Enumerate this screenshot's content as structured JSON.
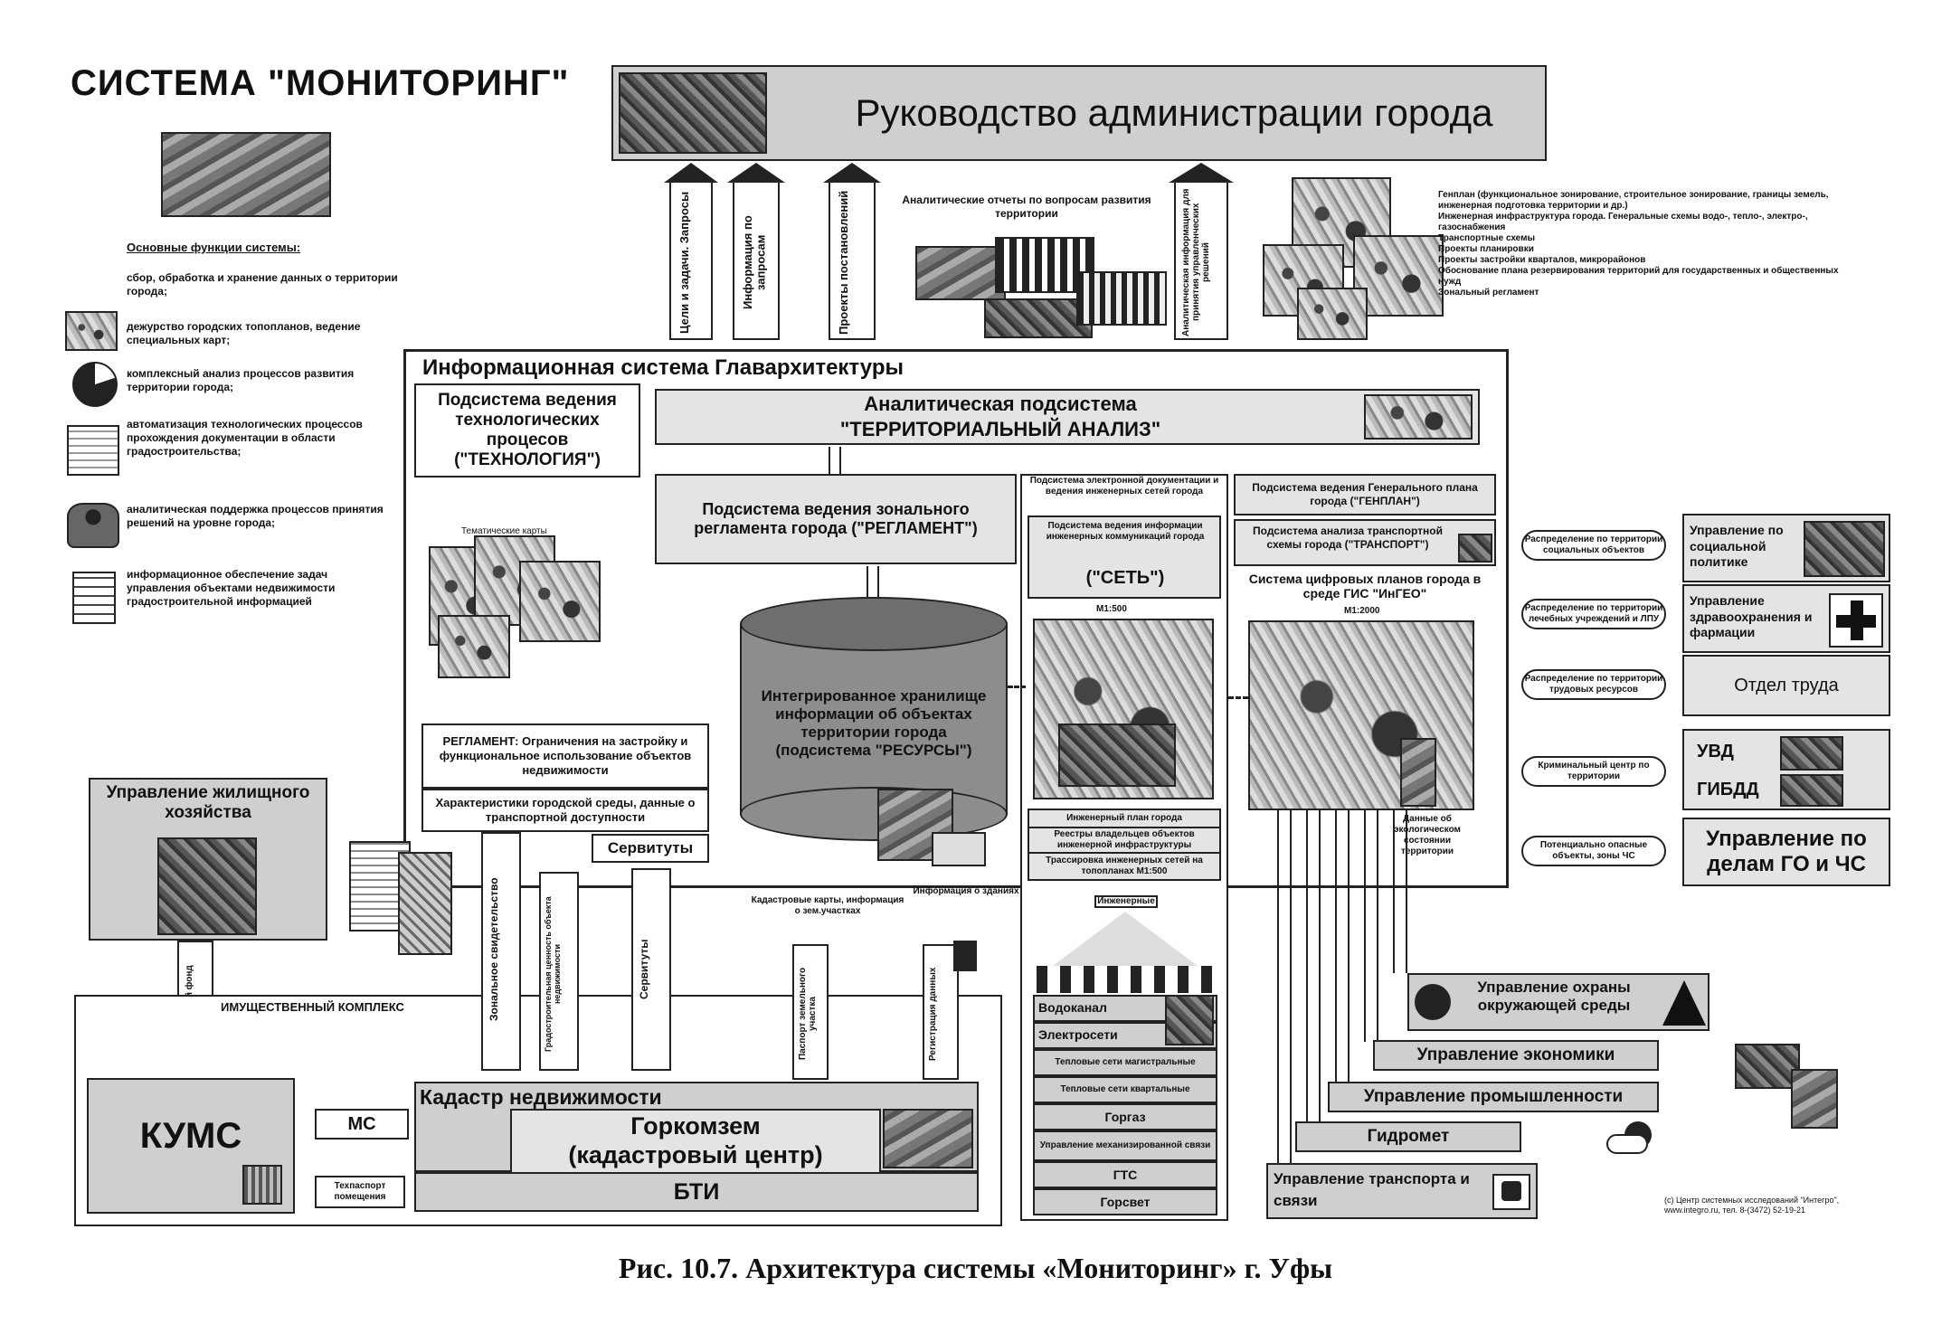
{
  "title": "СИСТЕМА \"МОНИТОРИНГ\"",
  "caption": "Рис. 10.7. Архитектура системы «Мониторинг» г. Уфы",
  "header": {
    "label": "Руководство администрации города"
  },
  "left_panel": {
    "heading": "Основные функции системы:",
    "intro": "сбор, обработка и хранение данных о территории города;",
    "items": [
      "дежурство городских топопланов, ведение специальных карт;",
      "комплексный анализ процессов развития территории города;",
      "автоматизация технологических процессов прохождения документации в области градостроительства;",
      "аналитическая поддержка процессов принятия решений на уровне города;",
      "информационное обеспечение задач управления объектами недвижимости градостроительной информацией"
    ]
  },
  "top_arrows": {
    "a1": "Цели и задачи. Запросы",
    "a2": "Информация по запросам",
    "a3": "Проекты постановлений",
    "a4": "Аналитическая информация для принятия управленческих решений",
    "reports": "Аналитические отчеты по вопросам развития территории"
  },
  "top_right_list": [
    "Генплан (функциональное зонирование, строительное зонирование, границы земель, инженерная подготовка территории и др.)",
    "Инженерная инфраструктура города. Генеральные схемы водо-, тепло-, электро-, газоснабжения",
    "Транспортные схемы",
    "Проекты планировки",
    "Проекты застройки кварталов, микрорайонов",
    "Обоснование плана резервирования территорий для государственных и общественных нужд",
    "Зональный регламент"
  ],
  "main_system": {
    "title": "Информационная система Главархитектуры",
    "tech": "Подсистема ведения технологических процесов (\"ТЕХНОЛОГИЯ\")",
    "analytic_line1": "Аналитическая подсистема",
    "analytic_line2": "\"ТЕРРИТОРИАЛЬНЫЙ АНАЛИЗ\"",
    "reglament": "Подсистема ведения зонального регламента города (\"РЕГЛАМЕНТ\")",
    "thematic_maps": "Тематические карты",
    "reglament_box1": "РЕГЛАМЕНТ: Ограничения на застройку и функциональное использование объектов недвижимости",
    "reglament_box2": "Характеристики городской среды, данные о транспортной доступности",
    "servituty": "Сервитуты",
    "storage": "Интегрированное хранилище информации об объектах территории города (подсистема \"РЕСУРСЫ\")",
    "set_top": "Подсистема электронной документации и ведения инженерных сетей города",
    "set_inner": "Подсистема ведения информации инженерных коммуникаций города",
    "set_label": "(\"СЕТЬ\")",
    "scale1": "М1:500",
    "set_bottom1": "Инженерный план города",
    "set_bottom2": "Реестры владельцев объектов инженерной инфраструктуры",
    "set_bottom3": "Трассировка инженерных сетей на топопланах М1:500",
    "genplan": "Подсистема ведения Генерального плана города (\"ГЕНПЛАН\")",
    "transport": "Подсистема анализа транспортной схемы города (\"ТРАНСПОРТ\")",
    "gis_title": "Система цифровых планов города в среде ГИС \"ИнГЕО\"",
    "scale2": "М1:2000",
    "gis_note": "Данные об экологическом состоянии территории"
  },
  "right_orgs": {
    "org1": "Управление по социальной политике",
    "org2": "Управление здравоохранения и фармации",
    "org3": "Отдел труда",
    "org4a": "УВД",
    "org4b": "ГИБДД",
    "org5": "Управление по делам ГО и ЧС",
    "flow1": "Распределение по территории социальных объектов",
    "flow2": "Распределение по территории лечебных учреждений и ЛПУ",
    "flow3": "Распределение по территории трудовых ресурсов",
    "flow4": "Криминальный центр по территории",
    "flow5": "Потенциально опасные объекты, зоны ЧС"
  },
  "lower_right": {
    "ecology": "Управление охраны окружающей среды",
    "economy": "Управление экономики",
    "industry": "Управление промышленности",
    "hydromet": "Гидромет",
    "transport": "Управление транспорта и связи",
    "copyright": "(c) Центр системных исследований \"Интегро\", www.integro.ru, тел. 8-(3472) 52-19-21"
  },
  "left_bottom": {
    "housing": "Управление жилищного хозяйства",
    "property_label": "ИМУЩЕСТВЕННЫЙ КОМПЛЕКС",
    "kums": "КУМС",
    "ms": "МС",
    "techpass": "Техпаспорт помещения",
    "housing_arrow": "Жилищный фонд"
  },
  "cadastre": {
    "title": "Кадастр недвижимости",
    "gorkomzem1": "Горкомзем",
    "gorkomzem2": "(кадастровый центр)",
    "bti": "БТИ",
    "v1": "Зональное свидетельство",
    "v2": "Градостроительная ценность объекта недвижимости",
    "v3": "Сервитуты",
    "v4": "Паспорт земельного участка",
    "v5": "Регистрация данных",
    "n1": "Кадастровые карты, информация о зем.участках",
    "n2": "Информация о зданиях"
  },
  "utilities": {
    "items": [
      "Водоканал",
      "Электросети",
      "Тепловые сети магистральные",
      "Тепловые сети квартальные",
      "Горгаз",
      "Управление механизированной связи",
      "ГТС",
      "Горсвет"
    ],
    "label": "Инженерные"
  }
}
